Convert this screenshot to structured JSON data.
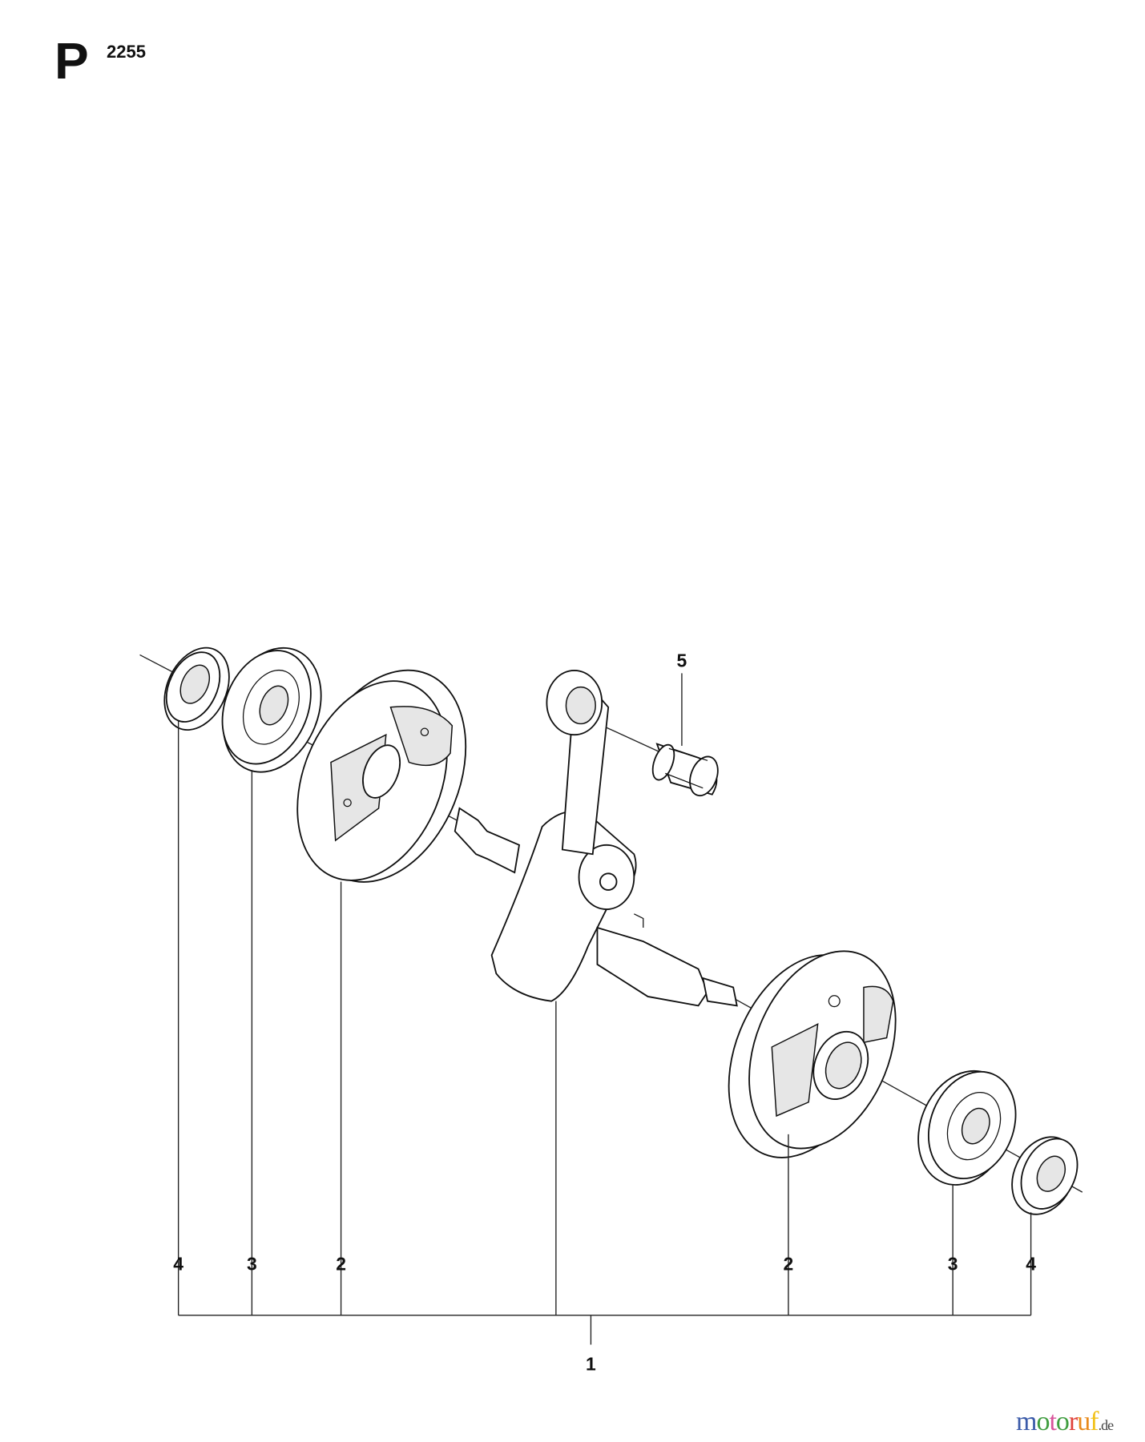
{
  "header": {
    "section_letter": "P",
    "model_number": "2255"
  },
  "callouts": {
    "assembly": "1",
    "flywheel_left": "2",
    "flywheel_right": "2",
    "bearing_left": "3",
    "bearing_right": "3",
    "seal_left": "4",
    "seal_right": "4",
    "needle_bearing": "5"
  },
  "watermark": {
    "text": "motoruf",
    "suffix": ".de",
    "colors": [
      "#3b5ba9",
      "#3f9d3f",
      "#d9539b",
      "#3f9d3f",
      "#e0413a",
      "#e88a1c",
      "#f2c21b"
    ]
  }
}
